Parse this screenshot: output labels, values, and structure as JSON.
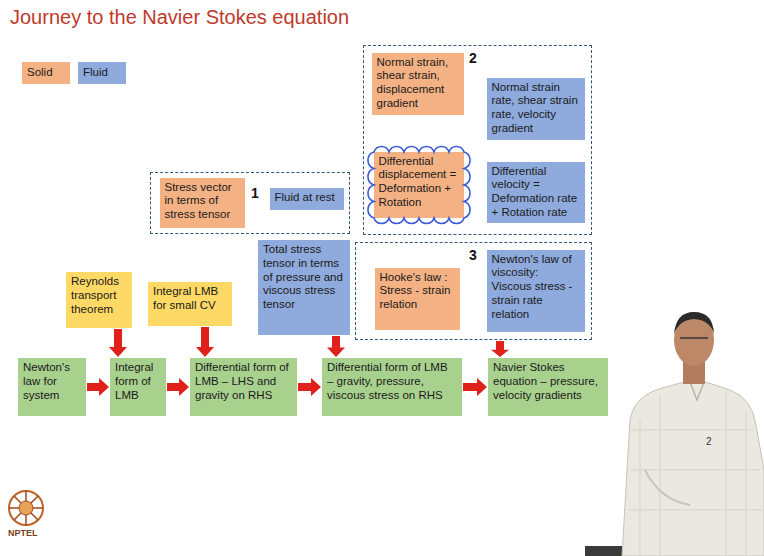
{
  "diagram": {
    "title": "Journey to the Navier Stokes equation",
    "nodes": [
      {
        "text": [
          "2"
        ]
      },
      {
        "text": [
          "Normal strain, shear strain, displacement gradient"
        ],
        "in": 0
      },
      {
        "text": [
          "Normal strain rate, shear strain rate, velocity gradient"
        ],
        "in": 0
      },
      {
        "text": [
          "Differential displacement = Deformation + Rotation"
        ],
        "in": 0
      },
      {
        "text": [
          "Differential velocity = Deformation rate + Rotation rate"
        ],
        "in": 0
      },
      {
        "text": [
          "1"
        ]
      },
      {
        "text": [
          "Stress vector in terms of stress tensor"
        ],
        "in": 5
      },
      {
        "text": [
          "Fluid at rest"
        ],
        "in": 5
      },
      {
        "text": [
          "Total stress tensor in terms of pressure and viscous stress tensor"
        ]
      },
      {
        "text": [
          "3"
        ]
      },
      {
        "text": [
          "Hooke's law : Stress - strain relation"
        ],
        "in": 9
      },
      {
        "text": [
          "Newton's law of viscosity: Viscous stress - strain rate relation"
        ],
        "in": 9
      },
      {
        "text": [
          "Reynolds transport theorem"
        ]
      },
      {
        "text": [
          "Integral LMB for small CV"
        ]
      },
      {
        "text": [
          "Newton's law for system"
        ]
      },
      {
        "text": [
          "Integral form of LMB"
        ]
      },
      {
        "text": [
          "Differential form of LMB – LHS and gravity on RHS"
        ]
      },
      {
        "text": [
          "Differential form of LMB – gravity, pressure, viscous stress on RHS"
        ]
      },
      {
        "text": [
          "Navier Stokes equation – pressure, velocity gradients"
        ]
      }
    ],
    "edges": [
      {
        "from": 14,
        "to": 15,
        "arrow": "to"
      },
      {
        "from": 12,
        "to": 15,
        "arrow": "to"
      },
      {
        "from": 15,
        "to": 16,
        "arrow": "to"
      },
      {
        "from": 13,
        "to": 16,
        "arrow": "to"
      },
      {
        "from": 16,
        "to": 17,
        "arrow": "to"
      },
      {
        "from": 8,
        "to": 17,
        "arrow": "to"
      },
      {
        "from": 17,
        "to": 18,
        "arrow": "to"
      },
      {
        "from": 9,
        "to": 18,
        "arrow": "to"
      }
    ],
    "labels": [
      "2",
      "NPTEL"
    ],
    "legend": [
      {
        "text": "Solid",
        "color": "#f4b183"
      },
      {
        "text": "Fluid",
        "color": "#8faadc"
      }
    ]
  }
}
